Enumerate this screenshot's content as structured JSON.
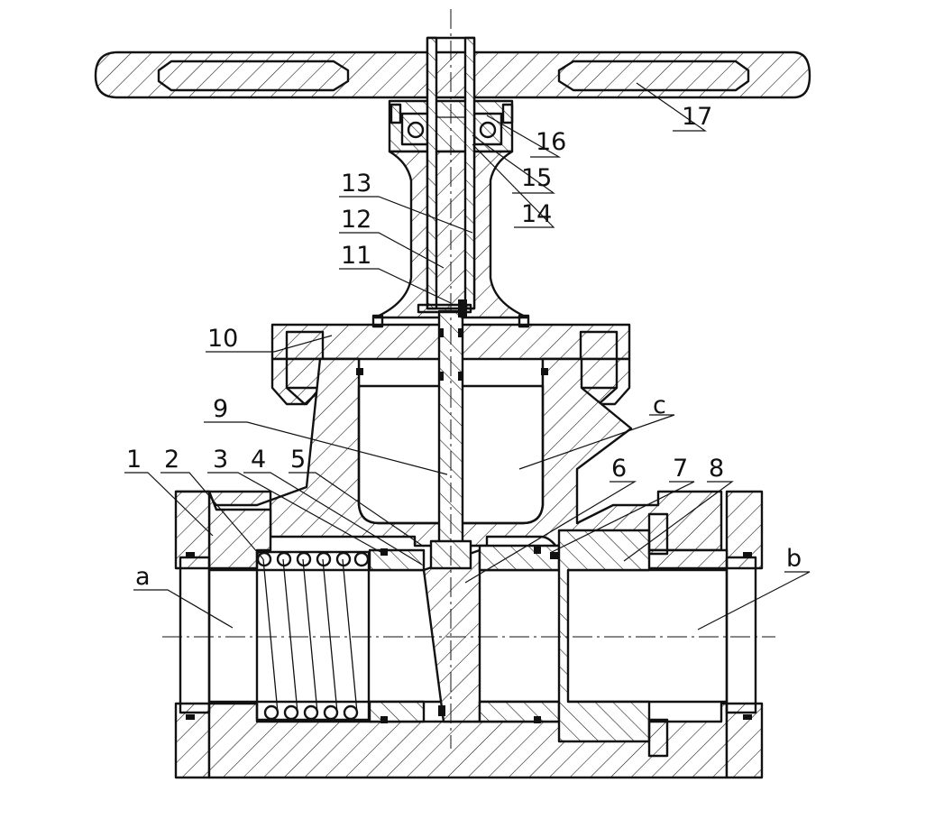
{
  "labels": {
    "n1": "1",
    "n2": "2",
    "n3": "3",
    "n4": "4",
    "n5": "5",
    "n6": "6",
    "n7": "7",
    "n8": "8",
    "n9": "9",
    "n10": "10",
    "n11": "11",
    "n12": "12",
    "n13": "13",
    "n14": "14",
    "n15": "15",
    "n16": "16",
    "n17": "17",
    "a": "a",
    "b": "b",
    "c": "c"
  }
}
